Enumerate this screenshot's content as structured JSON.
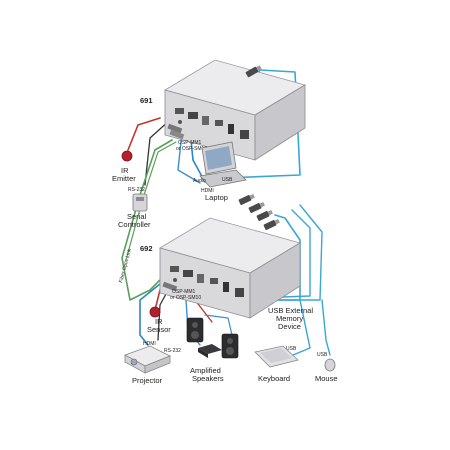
{
  "units": {
    "top": {
      "model": "691"
    },
    "bottom": {
      "model": "692"
    }
  },
  "labels": {
    "ir_emitter": [
      "IR",
      "Emitter"
    ],
    "rs232_top": "RS-232",
    "serial_controller": [
      "Serial",
      "Controller"
    ],
    "sfp_top": [
      "OSP-MM1",
      "or OSP-SM10"
    ],
    "audio": "Audio",
    "hdmi_top": "HDMI",
    "usb_top": "USB",
    "laptop": "Laptop",
    "fiber": "Fiber Optic Link",
    "sfp_bottom": [
      "OSP-MM1",
      "or OSP-SM10"
    ],
    "ir_sensor": [
      "IR",
      "Sensor"
    ],
    "hdmi_bottom": "HDMI",
    "rs232_bottom": "RS-232",
    "projector": "Projector",
    "speakers": [
      "Amplified",
      "Speakers"
    ],
    "usb_memory": [
      "USB External",
      "Memory",
      "Device"
    ],
    "usb_keyboard": "USB",
    "keyboard": "Keyboard",
    "usb_mouse": "USB",
    "mouse": "Mouse"
  },
  "colors": {
    "usb_cable": "#3aa6d6",
    "ir_cable": "#c0392b",
    "hdmi_cable": "#2b87c8",
    "fiber_cable": "#5a9e5a",
    "audio_cable": "#3b8fd0",
    "device_body": "#d9d9dc",
    "device_top": "#ececee"
  }
}
